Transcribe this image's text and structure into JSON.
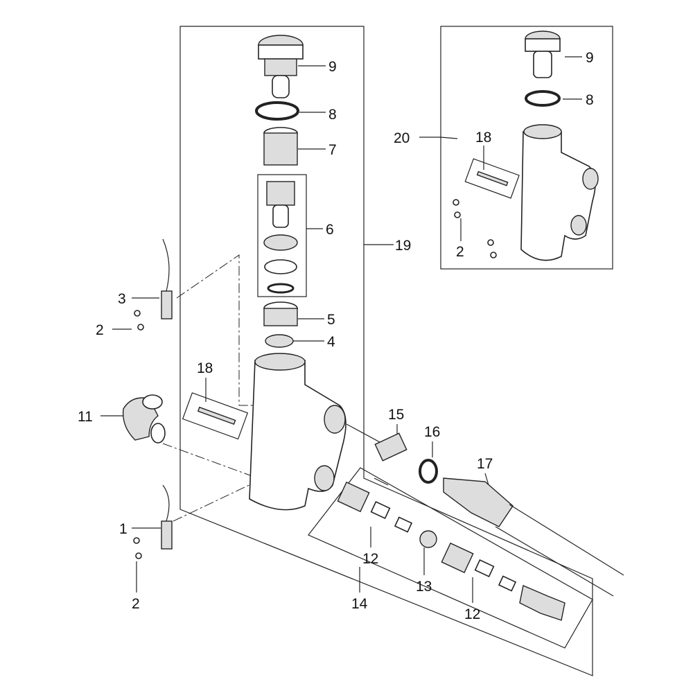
{
  "diagram": {
    "type": "exploded-parts-diagram",
    "callouts": {
      "main_9": "9",
      "main_8": "8",
      "main_7": "7",
      "main_6": "6",
      "main_19": "19",
      "main_5": "5",
      "main_4": "4",
      "main_3": "3",
      "main_2a": "2",
      "main_18": "18",
      "main_11": "11",
      "main_15": "15",
      "main_16": "16",
      "main_17": "17",
      "main_1": "1",
      "main_2b": "2",
      "main_12a": "12",
      "main_13": "13",
      "main_14": "14",
      "main_12b": "12",
      "inset_9": "9",
      "inset_8": "8",
      "inset_20": "20",
      "inset_18": "18",
      "inset_2": "2"
    }
  }
}
